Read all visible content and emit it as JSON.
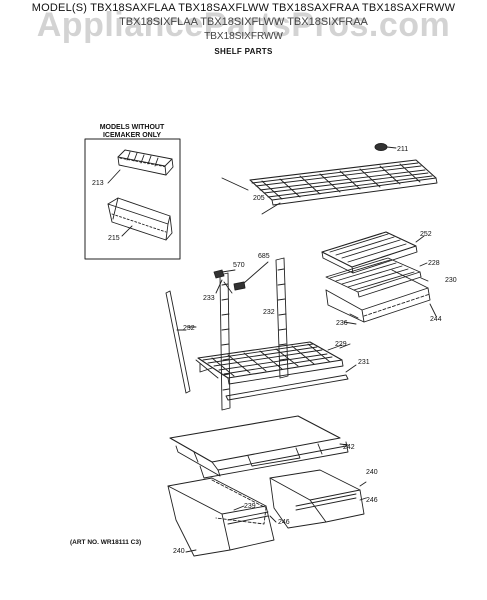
{
  "header": {
    "models_line1": "MODEL(S) TBX18SAXFLAA  TBX18SAXFLWW  TBX18SAXFRAA  TBX18SAXFRWW",
    "models_line2": "TBX18SIXFLAA  TBX18SIXFLWW  TBX18SIXFRAA",
    "models_line3": "TBX18SIXFRWW",
    "section_title": "SHELF PARTS"
  },
  "watermark": "AppliancePartsPros.com",
  "inset": {
    "title_line1": "MODELS WITHOUT",
    "title_line2": "ICEMAKER ONLY"
  },
  "part_labels": {
    "p211": "211",
    "p205": "205",
    "p213": "213",
    "p215": "215",
    "p252": "252",
    "p228": "228",
    "p230": "230",
    "p244": "244",
    "p236": "236",
    "p570": "570",
    "p685": "685",
    "p233": "233",
    "p232a": "232",
    "p232b": "232",
    "p229": "229",
    "p231": "231",
    "p242": "242",
    "p240a": "240",
    "p246a": "246",
    "p239": "239",
    "p246b": "246",
    "p240b": "240"
  },
  "footer": {
    "art_number": "(ART NO. WR18111 C3)"
  }
}
